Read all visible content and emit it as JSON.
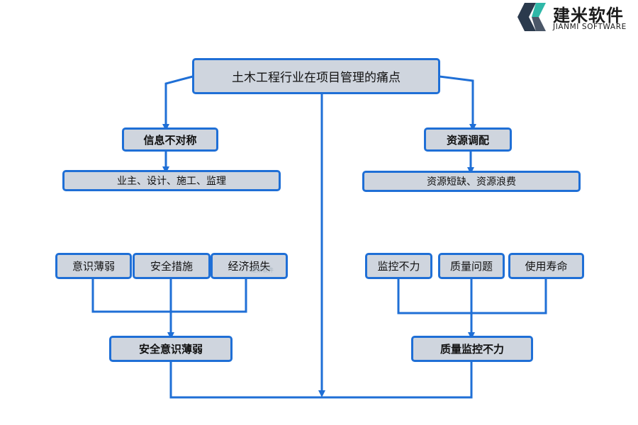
{
  "logo": {
    "name_cn": "建米软件",
    "name_en": "JIANMI SOFTWARE",
    "icon": "jianmi-logo-icon"
  },
  "watermark": "建米软件",
  "colors": {
    "line": "#1f6fd6",
    "box_fill": "#cfd5de",
    "box_border": "#1f6fd6",
    "text": "#111111"
  },
  "diagram": {
    "root": "土木工程行业在项目管理的痛点",
    "left_branch": {
      "title": "信息不对称",
      "detail": "业主、设计、施工、监理"
    },
    "right_branch": {
      "title": "资源调配",
      "detail": "资源短缺、资源浪费"
    },
    "left_group": {
      "items": [
        "意识薄弱",
        "安全措施",
        "经济损失"
      ],
      "result": "安全意识薄弱"
    },
    "right_group": {
      "items": [
        "监控不力",
        "质量问题",
        "使用寿命"
      ],
      "result": "质量监控不力"
    }
  }
}
